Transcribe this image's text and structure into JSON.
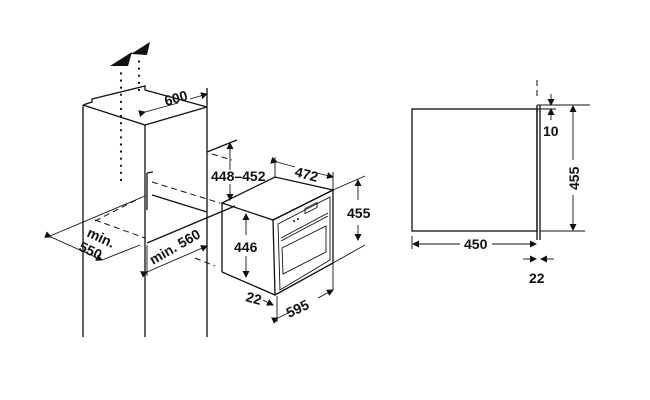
{
  "installation_diagram": {
    "isometric_view": {
      "cabinet_width": "600",
      "niche_height": "448–452",
      "min_depth": "min. 550",
      "min_depth_line1": "min.",
      "min_depth_line2": "550",
      "min_width": "min. 560",
      "oven_depth": "472",
      "oven_height": "455",
      "oven_body_height": "446",
      "front_panel_offset": "22",
      "oven_width": "595"
    },
    "side_view": {
      "top_gap": "10",
      "height": "455",
      "depth": "450",
      "front_thickness": "22"
    }
  }
}
